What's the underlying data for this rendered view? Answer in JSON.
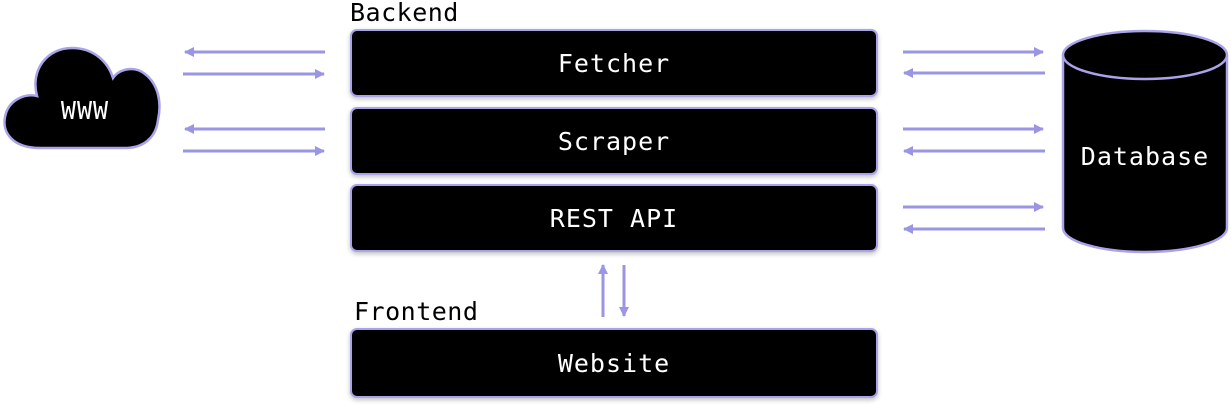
{
  "backend": {
    "label": "Backend",
    "modules": [
      {
        "label": "Fetcher"
      },
      {
        "label": "Scraper"
      },
      {
        "label": "REST API"
      }
    ]
  },
  "frontend": {
    "label": "Frontend",
    "website": {
      "label": "Website"
    }
  },
  "external": {
    "www_label": "WWW",
    "database_label": "Database"
  },
  "colors": {
    "arrow": "#9b96e3",
    "border": "#a9a4e9",
    "fill": "#000000",
    "text": "#ffffff"
  },
  "icons": {
    "cloud": "cloud-icon",
    "database": "database-cylinder-icon"
  }
}
